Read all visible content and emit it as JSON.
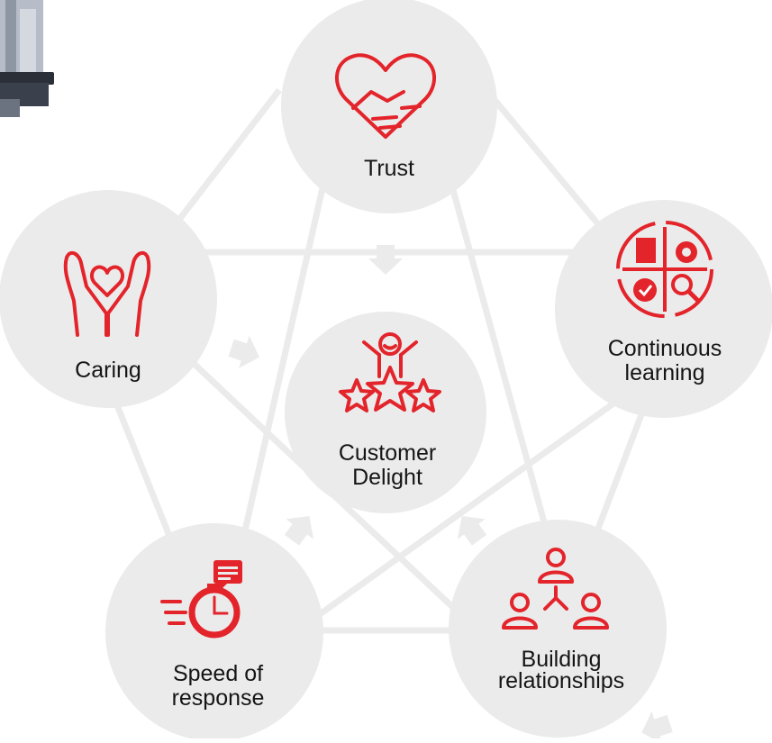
{
  "colors": {
    "accent": "#e3242b",
    "circle_fill": "#ebebeb",
    "connector": "#ebebeb",
    "text": "#151515"
  },
  "center": {
    "label_line1": "Customer",
    "label_line2": "Delight",
    "icon": "stars-person-icon"
  },
  "nodes": [
    {
      "id": "trust",
      "label_line1": "Trust",
      "label_line2": "",
      "icon": "handshake-heart-icon"
    },
    {
      "id": "continuous-learning",
      "label_line1": "Continuous",
      "label_line2": "learning",
      "icon": "learning-cycle-icon"
    },
    {
      "id": "building-relationships",
      "label_line1": "Building",
      "label_line2": "relationships",
      "icon": "people-network-icon"
    },
    {
      "id": "speed-of-response",
      "label_line1": "Speed of",
      "label_line2": "response",
      "icon": "stopwatch-message-icon"
    },
    {
      "id": "caring",
      "label_line1": "Caring",
      "label_line2": "",
      "icon": "hands-heart-icon"
    }
  ]
}
